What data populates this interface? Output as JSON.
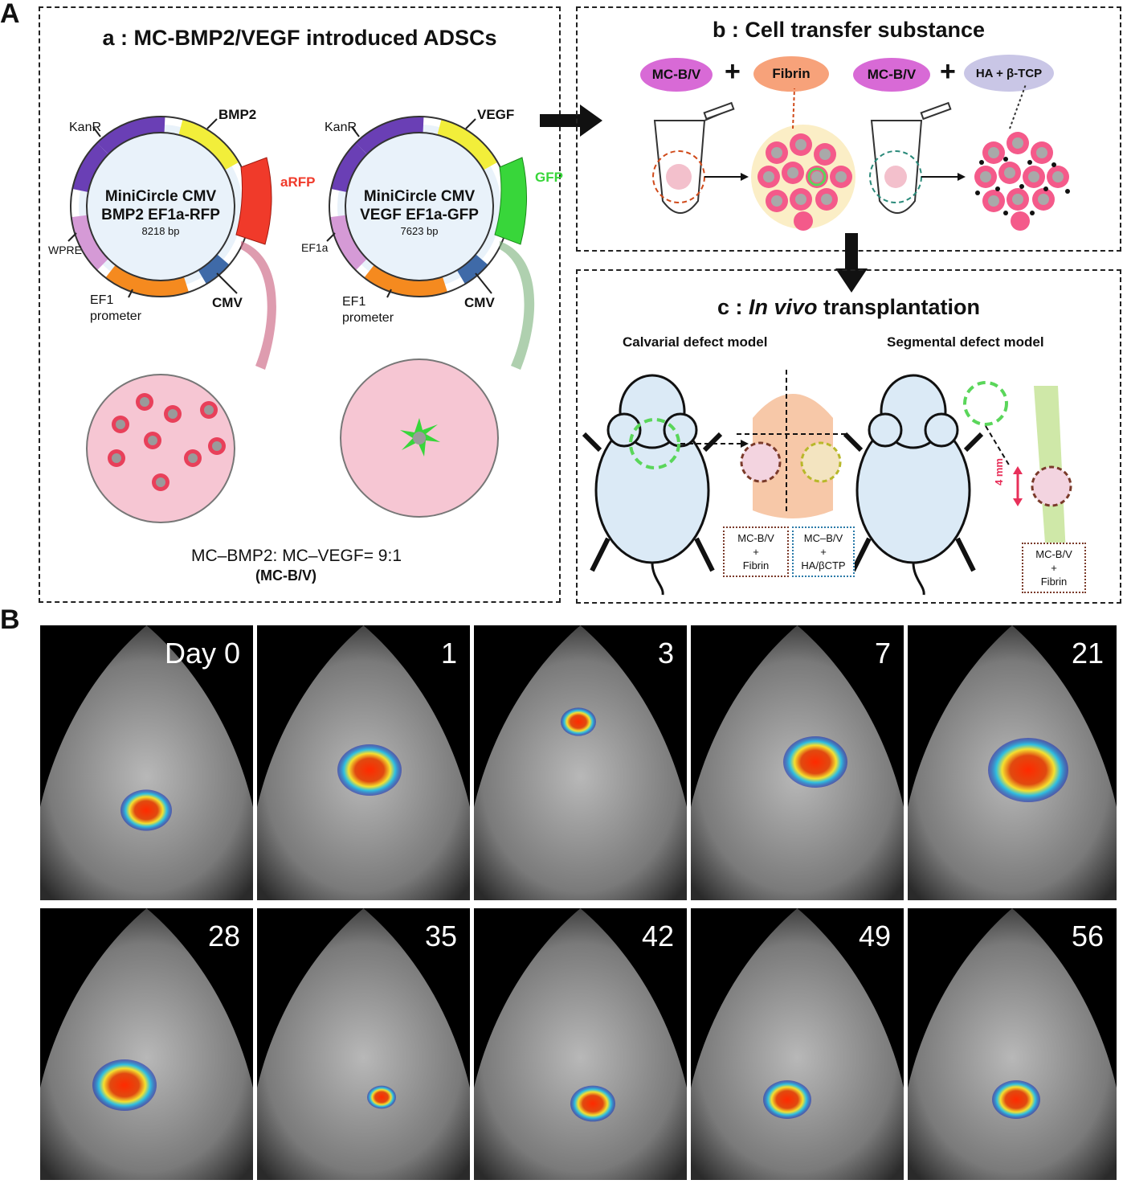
{
  "panel_a": {
    "letter": "A",
    "box_a": {
      "title": "a : MC-BMP2/VEGF introduced ADSCs",
      "plasmid_1": {
        "name_line1": "MiniCircle CMV",
        "name_line2": "BMP2 EF1a-RFP",
        "size": "8218 bp",
        "labels": {
          "kanr": "KanR",
          "gene": "BMP2",
          "reporter": "aRFP",
          "wpre": "WPRE",
          "ef1": "EF1",
          "promoter": "prometer",
          "cmv": "CMV"
        }
      },
      "plasmid_2": {
        "name_line1": "MiniCircle CMV",
        "name_line2": "VEGF EF1a-GFP",
        "size": "7623 bp",
        "labels": {
          "kanr": "KanR",
          "gene": "VEGF",
          "reporter": "GFP",
          "ef1a": "EF1a",
          "ef1": "EF1",
          "promoter": "prometer",
          "cmv": "CMV"
        }
      },
      "ratio": "MC–BMP2: MC–VEGF= 9:1",
      "ratio_name": "(MC-B/V)"
    },
    "box_b": {
      "title": "b : Cell transfer substance",
      "pill_1": "MC-B/V",
      "pill_2": "Fibrin",
      "pill_3": "MC-B/V",
      "pill_4": "HA + β-TCP",
      "plus": "+"
    },
    "box_c": {
      "title_prefix": "c : ",
      "title_italic": "In vivo",
      "title_suffix": " transplantation",
      "model_1": "Calvarial defect model",
      "model_2": "Segmental defect model",
      "note_1": [
        "MC-B/V",
        "+",
        "Fibrin"
      ],
      "note_2": [
        "MC–B/V",
        "+",
        "HA/βCTP"
      ],
      "note_3": [
        "MC-B/V",
        "+",
        "Fibrin"
      ],
      "scale": "4 mm"
    },
    "colors": {
      "bmp2": "#f2ee3a",
      "kanr": "#6a3fb5",
      "wpre": "#d59ad6",
      "ef1": "#f58a1f",
      "cmv": "#3f6aa8",
      "rfp": "#f03a2a",
      "gfp": "#38d63a",
      "pill": "#d86ad6",
      "fibrin": "#f7a27a",
      "hatcp": "#c9c6e6"
    }
  },
  "panel_b": {
    "letter": "B",
    "days": [
      "Day 0",
      "1",
      "3",
      "7",
      "21",
      "28",
      "35",
      "42",
      "49",
      "56"
    ]
  }
}
